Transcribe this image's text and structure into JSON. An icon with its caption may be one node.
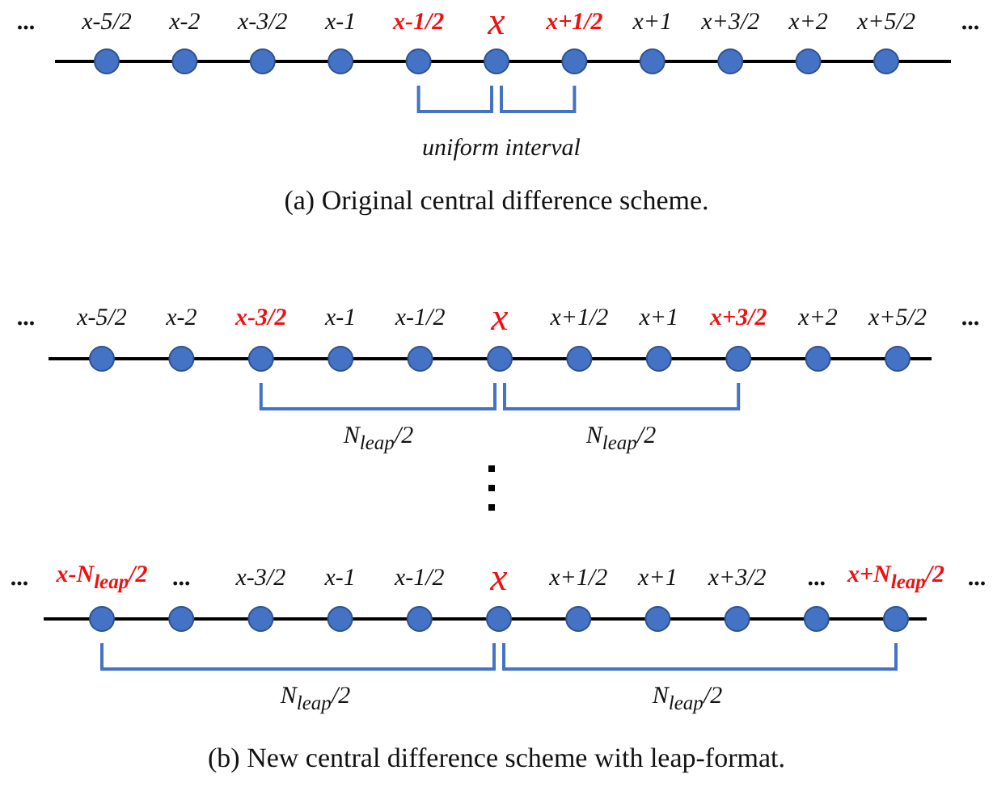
{
  "diagram": {
    "labels": [
      "...",
      "x-5/2",
      "x-2",
      "x-3/2",
      "x-1",
      "x-1/2",
      "x",
      "x+1/2",
      "x+1",
      "x+3/2",
      "x+2",
      "x+5/2",
      "...",
      "uniform interval",
      "(a) Original central difference scheme.",
      "...",
      "x-5/2",
      "x-2",
      "x-3/2",
      "x-1",
      "x-1/2",
      "x",
      "x+1/2",
      "x+1",
      "x+3/2",
      "x+2",
      "x+5/2",
      "...",
      "N$_{leap}$/2",
      "N$_{leap}$/2",
      "...",
      "x-N$_{leap}$/2",
      "...",
      "x-3/2",
      "x-1",
      "x-1/2",
      "x",
      "x+1/2",
      "x+1",
      "x+3/2",
      "...",
      "x+N$_{leap}$/2",
      "...",
      "N$_{leap}$/2",
      "N$_{leap}$/2",
      "(b) New central difference scheme with leap-format."
    ]
  }
}
